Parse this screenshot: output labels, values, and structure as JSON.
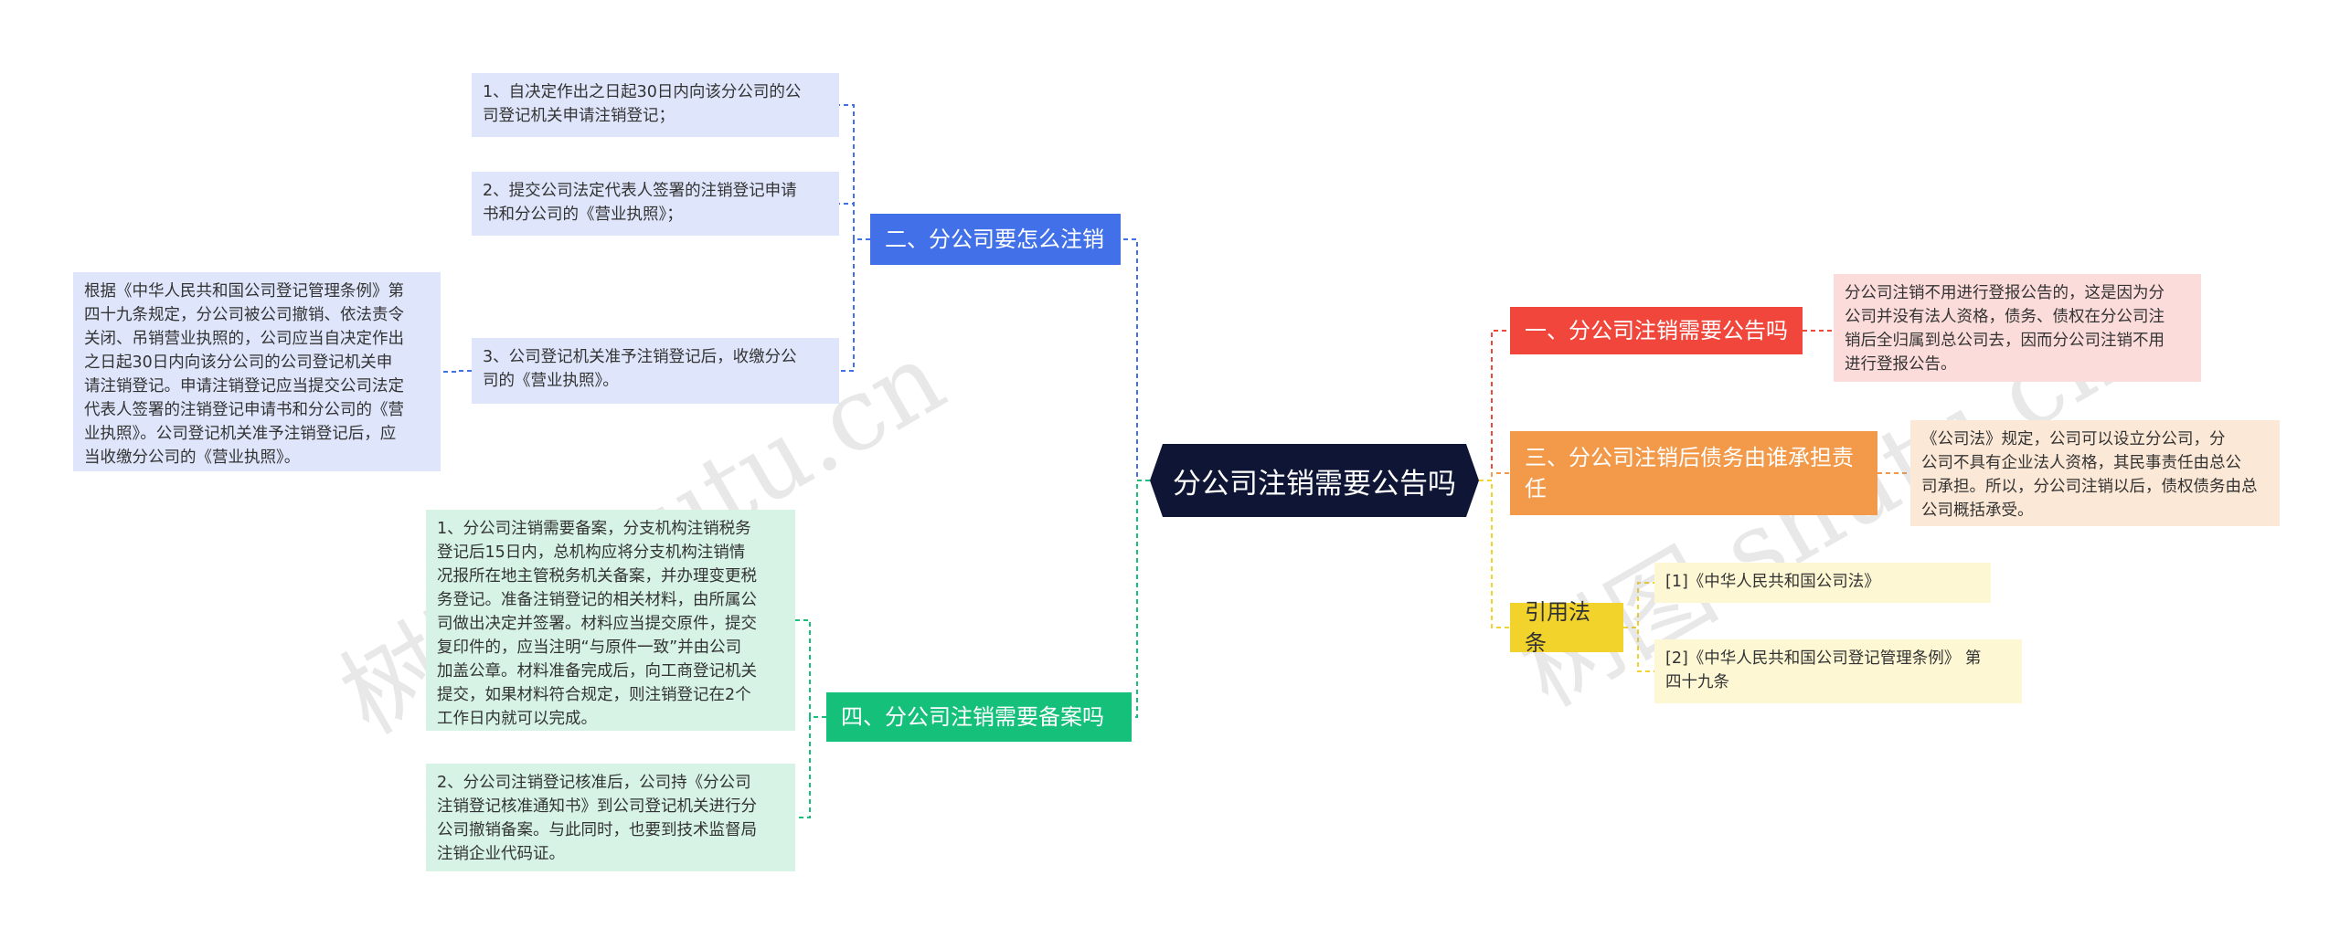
{
  "root": {
    "label": "分公司注销需要公告吗"
  },
  "branches": {
    "b1": {
      "label": "一、分公司注销需要公告吗",
      "color": "#f0463c"
    },
    "b2": {
      "label": "二、分公司要怎么注销",
      "color": "#4170e8"
    },
    "b3": {
      "label": "三、分公司注销后债务由谁承担责\n任",
      "color": "#f29a4a"
    },
    "b4": {
      "label": "四、分公司注销需要备案吗",
      "color": "#14c07a"
    },
    "b5": {
      "label": "引用法条",
      "color": "#f2d32c"
    }
  },
  "leaves": {
    "b1_1": "分公司注销不用进行登报公告的，这是因为分\n公司并没有法人资格，债务、债权在分公司注\n销后全归属到总公司去，因而分公司注销不用\n进行登报公告。",
    "b2_1": "1、自决定作出之日起30日内向该分公司的公\n司登记机关申请注销登记；",
    "b2_2": "2、提交公司法定代表人签署的注销登记申请\n书和分公司的《营业执照》；",
    "b2_3": "3、公司登记机关准予注销登记后，收缴分公\n司的《营业执照》。",
    "b2_3_1": "根据《中华人民共和国公司登记管理条例》第\n四十九条规定，分公司被公司撤销、依法责令\n关闭、吊销营业执照的，公司应当自决定作出\n之日起30日内向该分公司的公司登记机关申\n请注销登记。申请注销登记应当提交公司法定\n代表人签署的注销登记申请书和分公司的《营\n业执照》。公司登记机关准予注销登记后，应\n当收缴分公司的《营业执照》。",
    "b3_1": "《公司法》规定，公司可以设立分公司，分\n公司不具有企业法人资格，其民事责任由总公\n司承担。所以，分公司注销以后，债权债务由总\n公司概括承受。",
    "b4_1": "1、分公司注销需要备案，分支机构注销税务\n登记后15日内，总机构应将分支机构注销情\n况报所在地主管税务机关备案，并办理变更税\n务登记。准备注销登记的相关材料，由所属公\n司做出决定并签署。材料应当提交原件，提交\n复印件的，应当注明“与原件一致”并由公司\n加盖公章。材料准备完成后，向工商登记机关\n提交，如果材料符合规定，则注销登记在2个\n工作日内就可以完成。",
    "b4_2": "2、分公司注销登记核准后，公司持《分公司\n注销登记核准通知书》到公司登记机关进行分\n公司撤销备案。与此同时，也要到技术监督局\n注销企业代码证。",
    "b5_1": "[1]《中华人民共和国公司法》",
    "b5_2": "[2]《中华人民共和国公司登记管理条例》 第\n四十九条"
  },
  "watermark": {
    "text": "树图 shutu.cn"
  }
}
